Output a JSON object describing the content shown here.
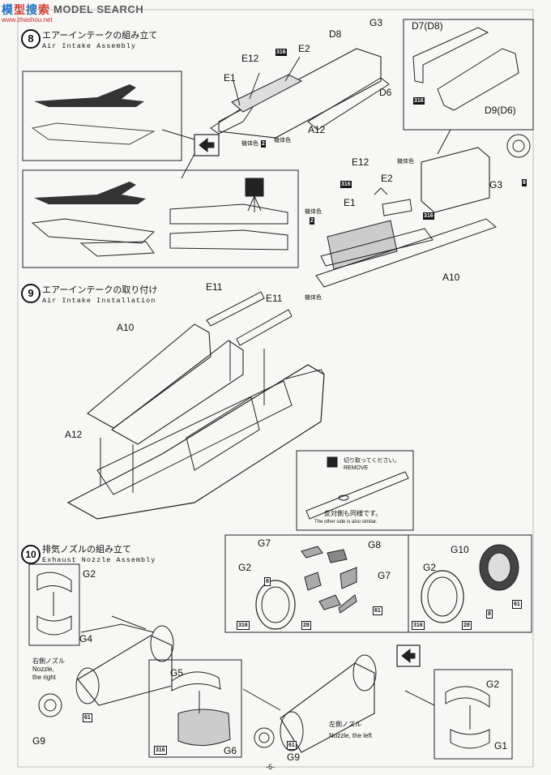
{
  "watermark": {
    "brand": "MODEL SEARCH",
    "url": "www.zhashou.net"
  },
  "page_number": "-6-",
  "steps": [
    {
      "num": "8",
      "title_jp": "エアーインテークの組み立て",
      "title_en": "Air Intake Assembly"
    },
    {
      "num": "9",
      "title_jp": "エアーインテークの取り付け",
      "title_en": "Air Intake Installation"
    },
    {
      "num": "10",
      "title_jp": "排気ノズルの組み立て",
      "title_en": "Exhaust Nozzle Assembly"
    }
  ],
  "step8": {
    "labels": [
      "D8",
      "G3",
      "E12",
      "E2",
      "E1",
      "D6",
      "A12",
      "D7(D8)",
      "D9(D6)",
      "G3",
      "E12",
      "E2",
      "E1",
      "A10"
    ],
    "code316": "316",
    "badge2": "2",
    "badge8": "8",
    "body_color": "機体色"
  },
  "step9": {
    "labels": [
      "E11",
      "E11",
      "A10",
      "A12"
    ],
    "note_jp": "切り取ってください。",
    "note_en": "REMOVE",
    "other_jp": "反対側も同様です。",
    "other_en": "The other side is also similar."
  },
  "step10": {
    "labels": [
      "G2",
      "G4",
      "G7",
      "G8",
      "G2",
      "G7",
      "G10",
      "G2",
      "G5",
      "G6",
      "G9",
      "G9",
      "G2",
      "G1"
    ],
    "right_jp": "右側ノズル",
    "right_en1": "Nozzle,",
    "right_en2": "the right",
    "left_jp": "左側ノズル",
    "left_en": "Nozzle, the left",
    "c316": "316",
    "c8": "8",
    "c28": "28",
    "c61": "61"
  }
}
